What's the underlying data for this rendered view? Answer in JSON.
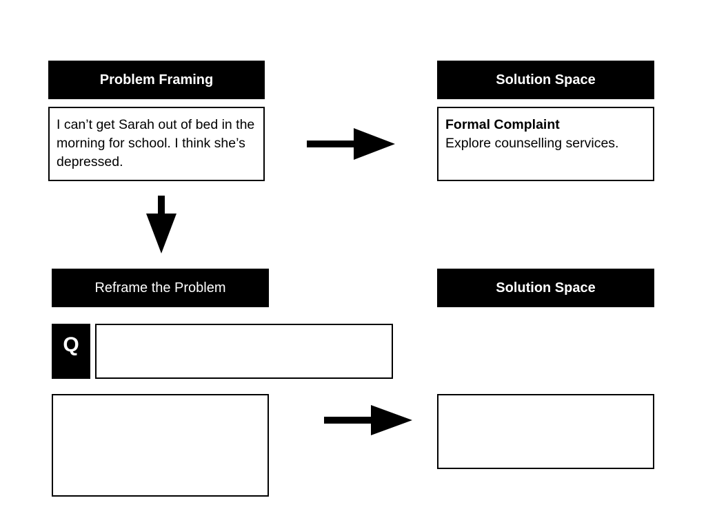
{
  "problem_framing": {
    "title": "Problem Framing",
    "text": "I can’t get Sarah out of bed in the morning for school. I think she’s depressed."
  },
  "solution_space_top": {
    "title": "Solution Space",
    "heading": "Formal Complaint",
    "text": "Explore counselling services."
  },
  "reframe": {
    "title": "Reframe the Problem",
    "q_label": "Q",
    "question": "",
    "answer": ""
  },
  "solution_space_bottom": {
    "title": "Solution Space",
    "text": ""
  },
  "colors": {
    "ink": "#000000",
    "paper": "#ffffff"
  }
}
